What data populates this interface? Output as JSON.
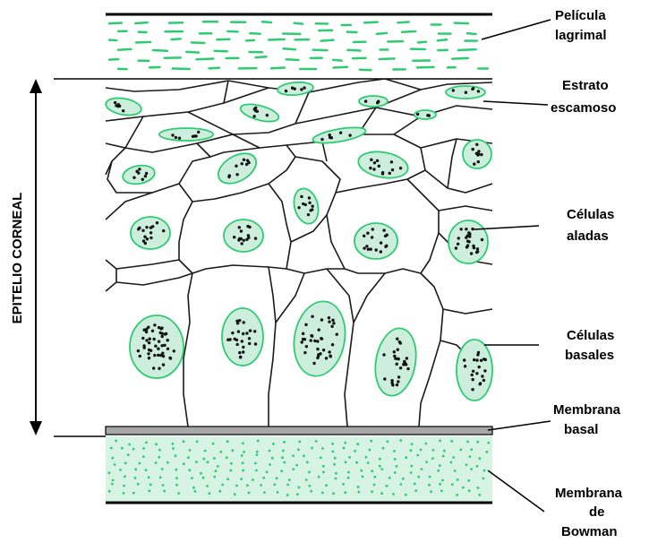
{
  "side_label": "EPITELIO CORNEAL",
  "labels": {
    "tear_film": [
      "Película",
      "lagrimal"
    ],
    "squamous": [
      "Estrato",
      "escamoso"
    ],
    "wing": [
      "Células",
      "aladas"
    ],
    "basal": [
      "Células",
      "basales"
    ],
    "basal_membrane": [
      "Membrana",
      "basal"
    ],
    "bowman": [
      "Membrana",
      "de",
      "Bowman"
    ]
  },
  "colors": {
    "green": "#2ecc71",
    "nucleus_fill": "#cdeedd",
    "bowman_fill": "#d6f3e3",
    "basal_membrane_fill": "#a7a7a7",
    "line": "#1a1a1a"
  }
}
